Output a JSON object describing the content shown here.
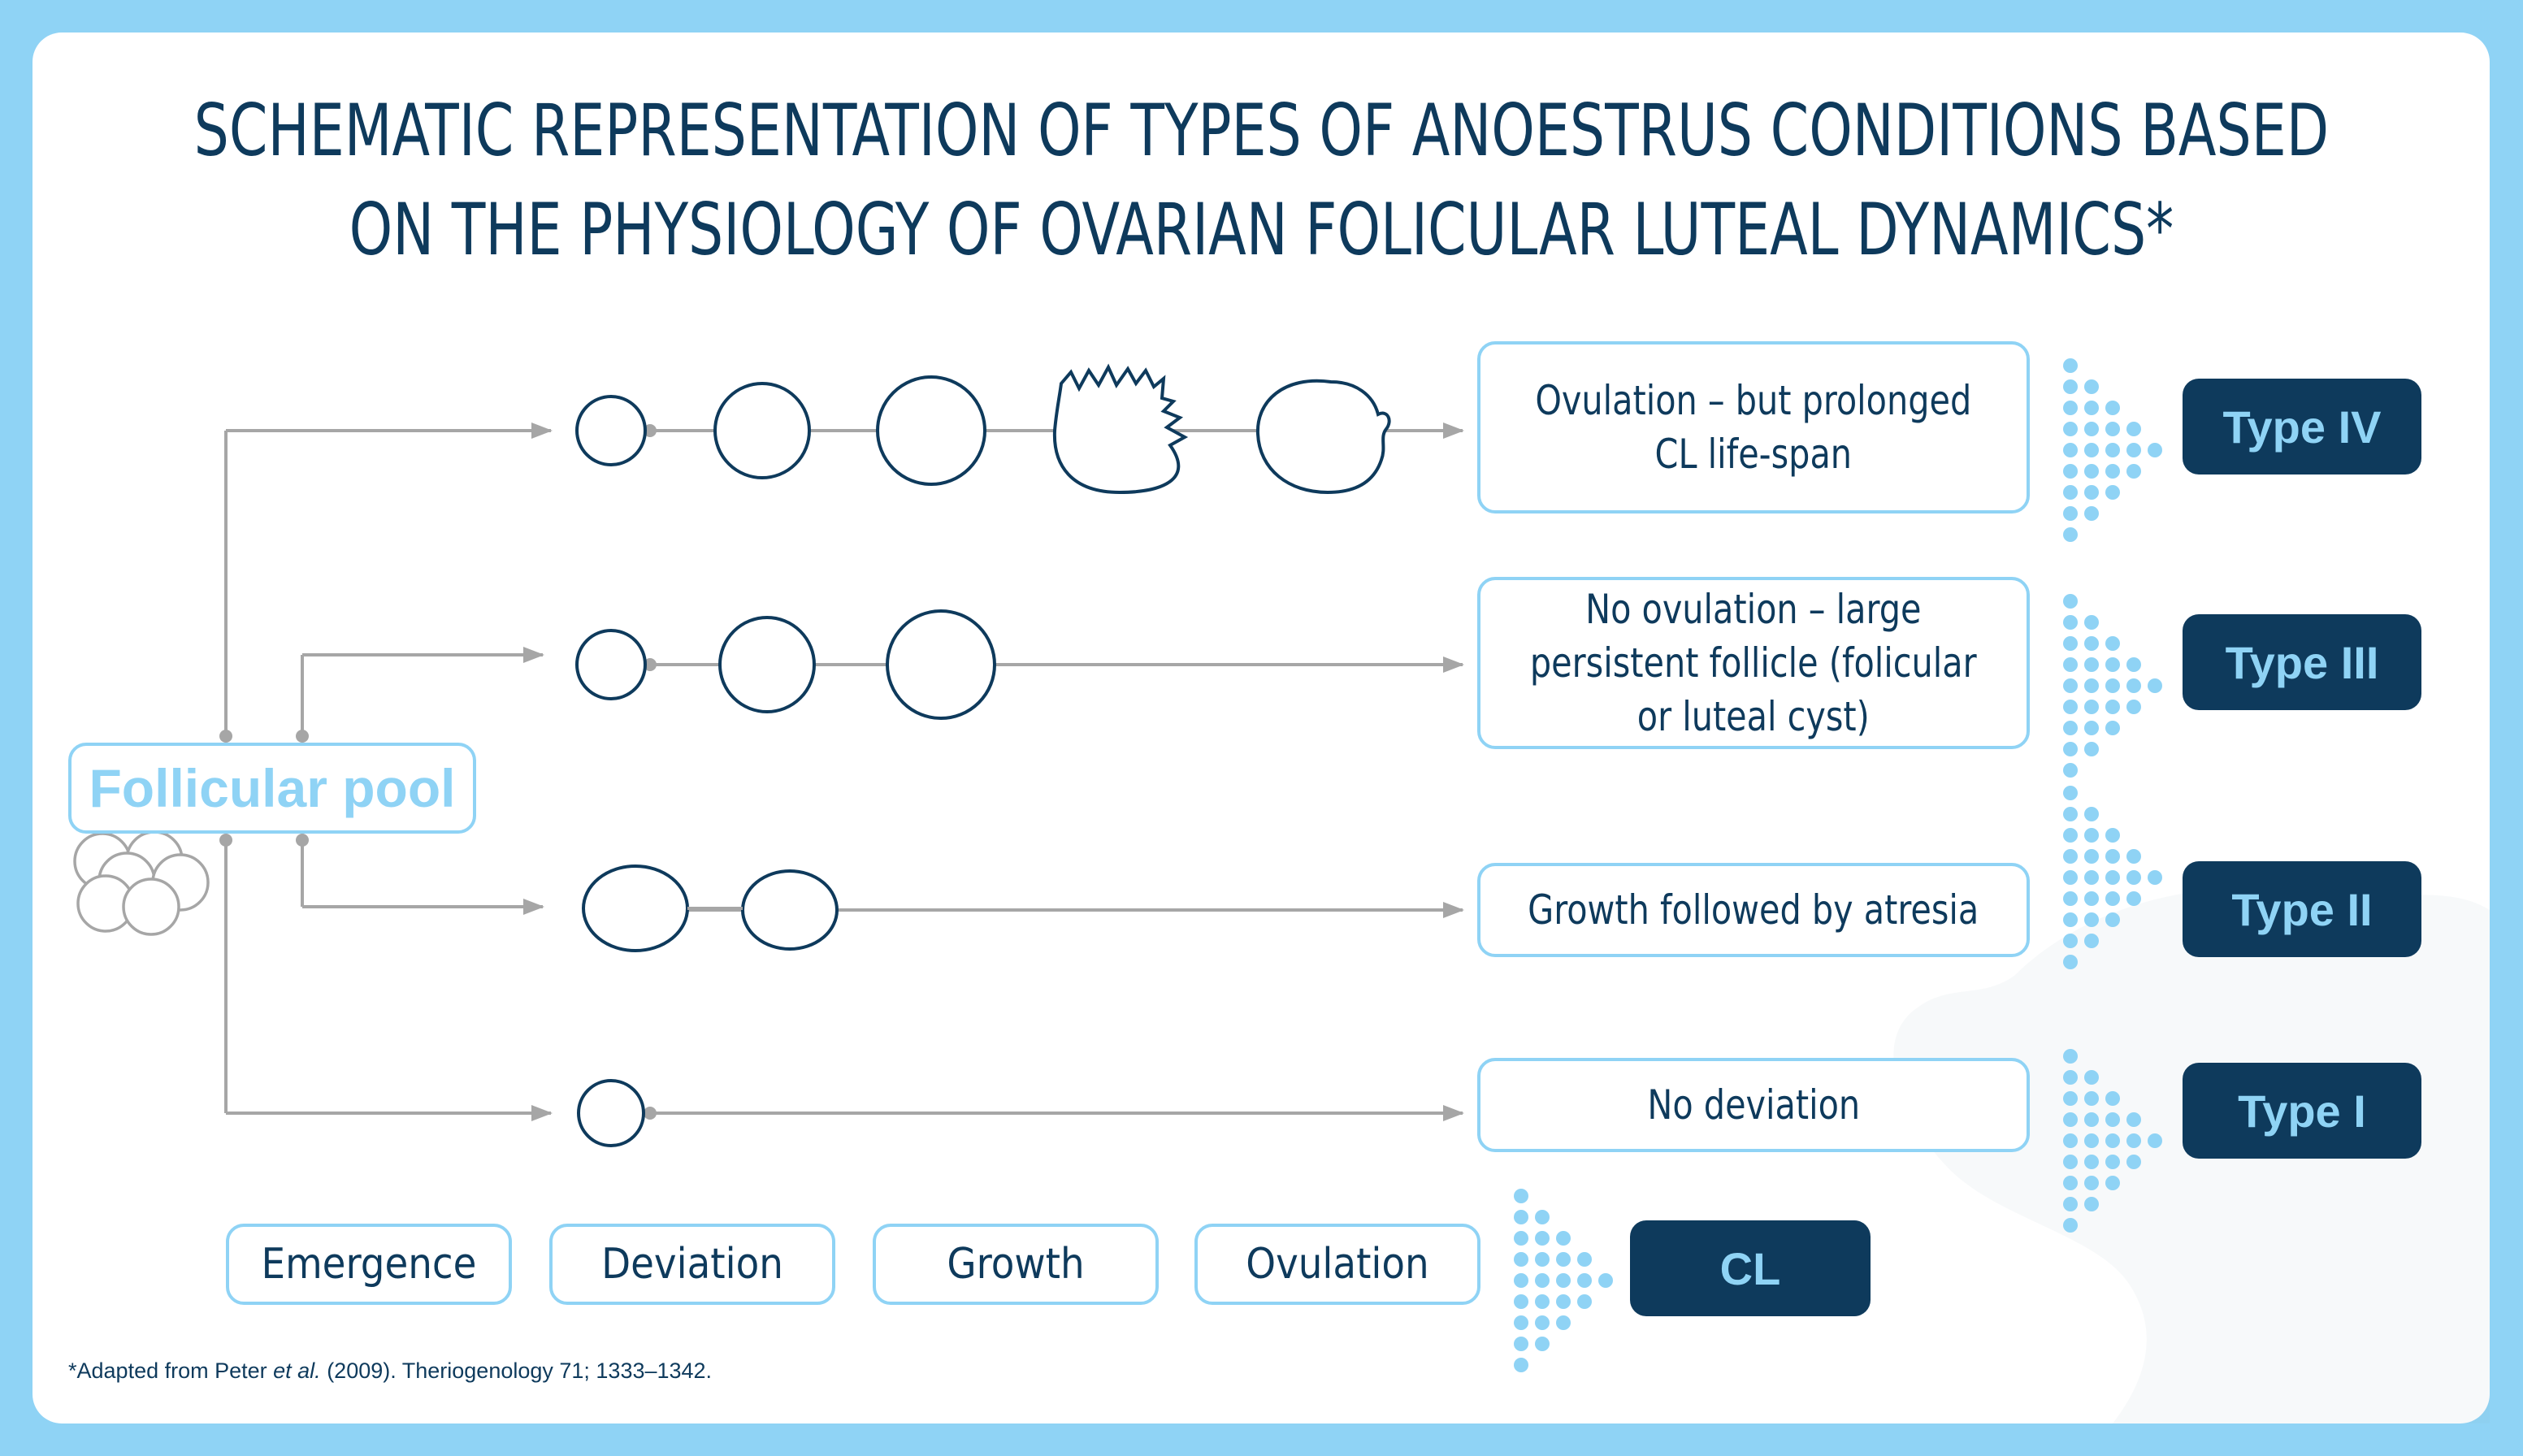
{
  "title": {
    "line1": "SCHEMATIC REPRESENTATION OF TYPES OF ANOESTRUS CONDITIONS BASED",
    "line2": "ON THE PHYSIOLOGY OF OVARIAN FOLICULAR LUTEAL DYNAMICS*"
  },
  "pool_label": "Follicular pool",
  "rows": [
    {
      "outcome": "Ovulation – but prolonged",
      "outcome2": "CL life-span",
      "type": "Type IV"
    },
    {
      "outcome": "No ovulation – large",
      "outcome2": "persistent follicle (folicular",
      "outcome3": "or luteal cyst)",
      "type": "Type III"
    },
    {
      "outcome": "Growth followed by atresia",
      "type": "Type II"
    },
    {
      "outcome": "No deviation",
      "type": "Type I"
    }
  ],
  "stages": [
    "Emergence",
    "Deviation",
    "Growth",
    "Ovulation"
  ],
  "cl_label": "CL",
  "footnote": {
    "prefix": "*Adapted from Peter ",
    "italic": "et al.",
    "suffix": "  (2009). Theriogenology 71; 1333–1342."
  },
  "colors": {
    "navy": "#0e3a5c",
    "light_blue": "#8fd3f5",
    "gray_line": "#a6a6a6",
    "background": "#ffffff"
  },
  "icons": [
    "chevron-dots-arrow-icon",
    "follicle-circle-icon",
    "ovulated-follicle-icon",
    "corpus-luteum-icon",
    "follicle-cluster-icon",
    "cow-watermark-icon"
  ]
}
